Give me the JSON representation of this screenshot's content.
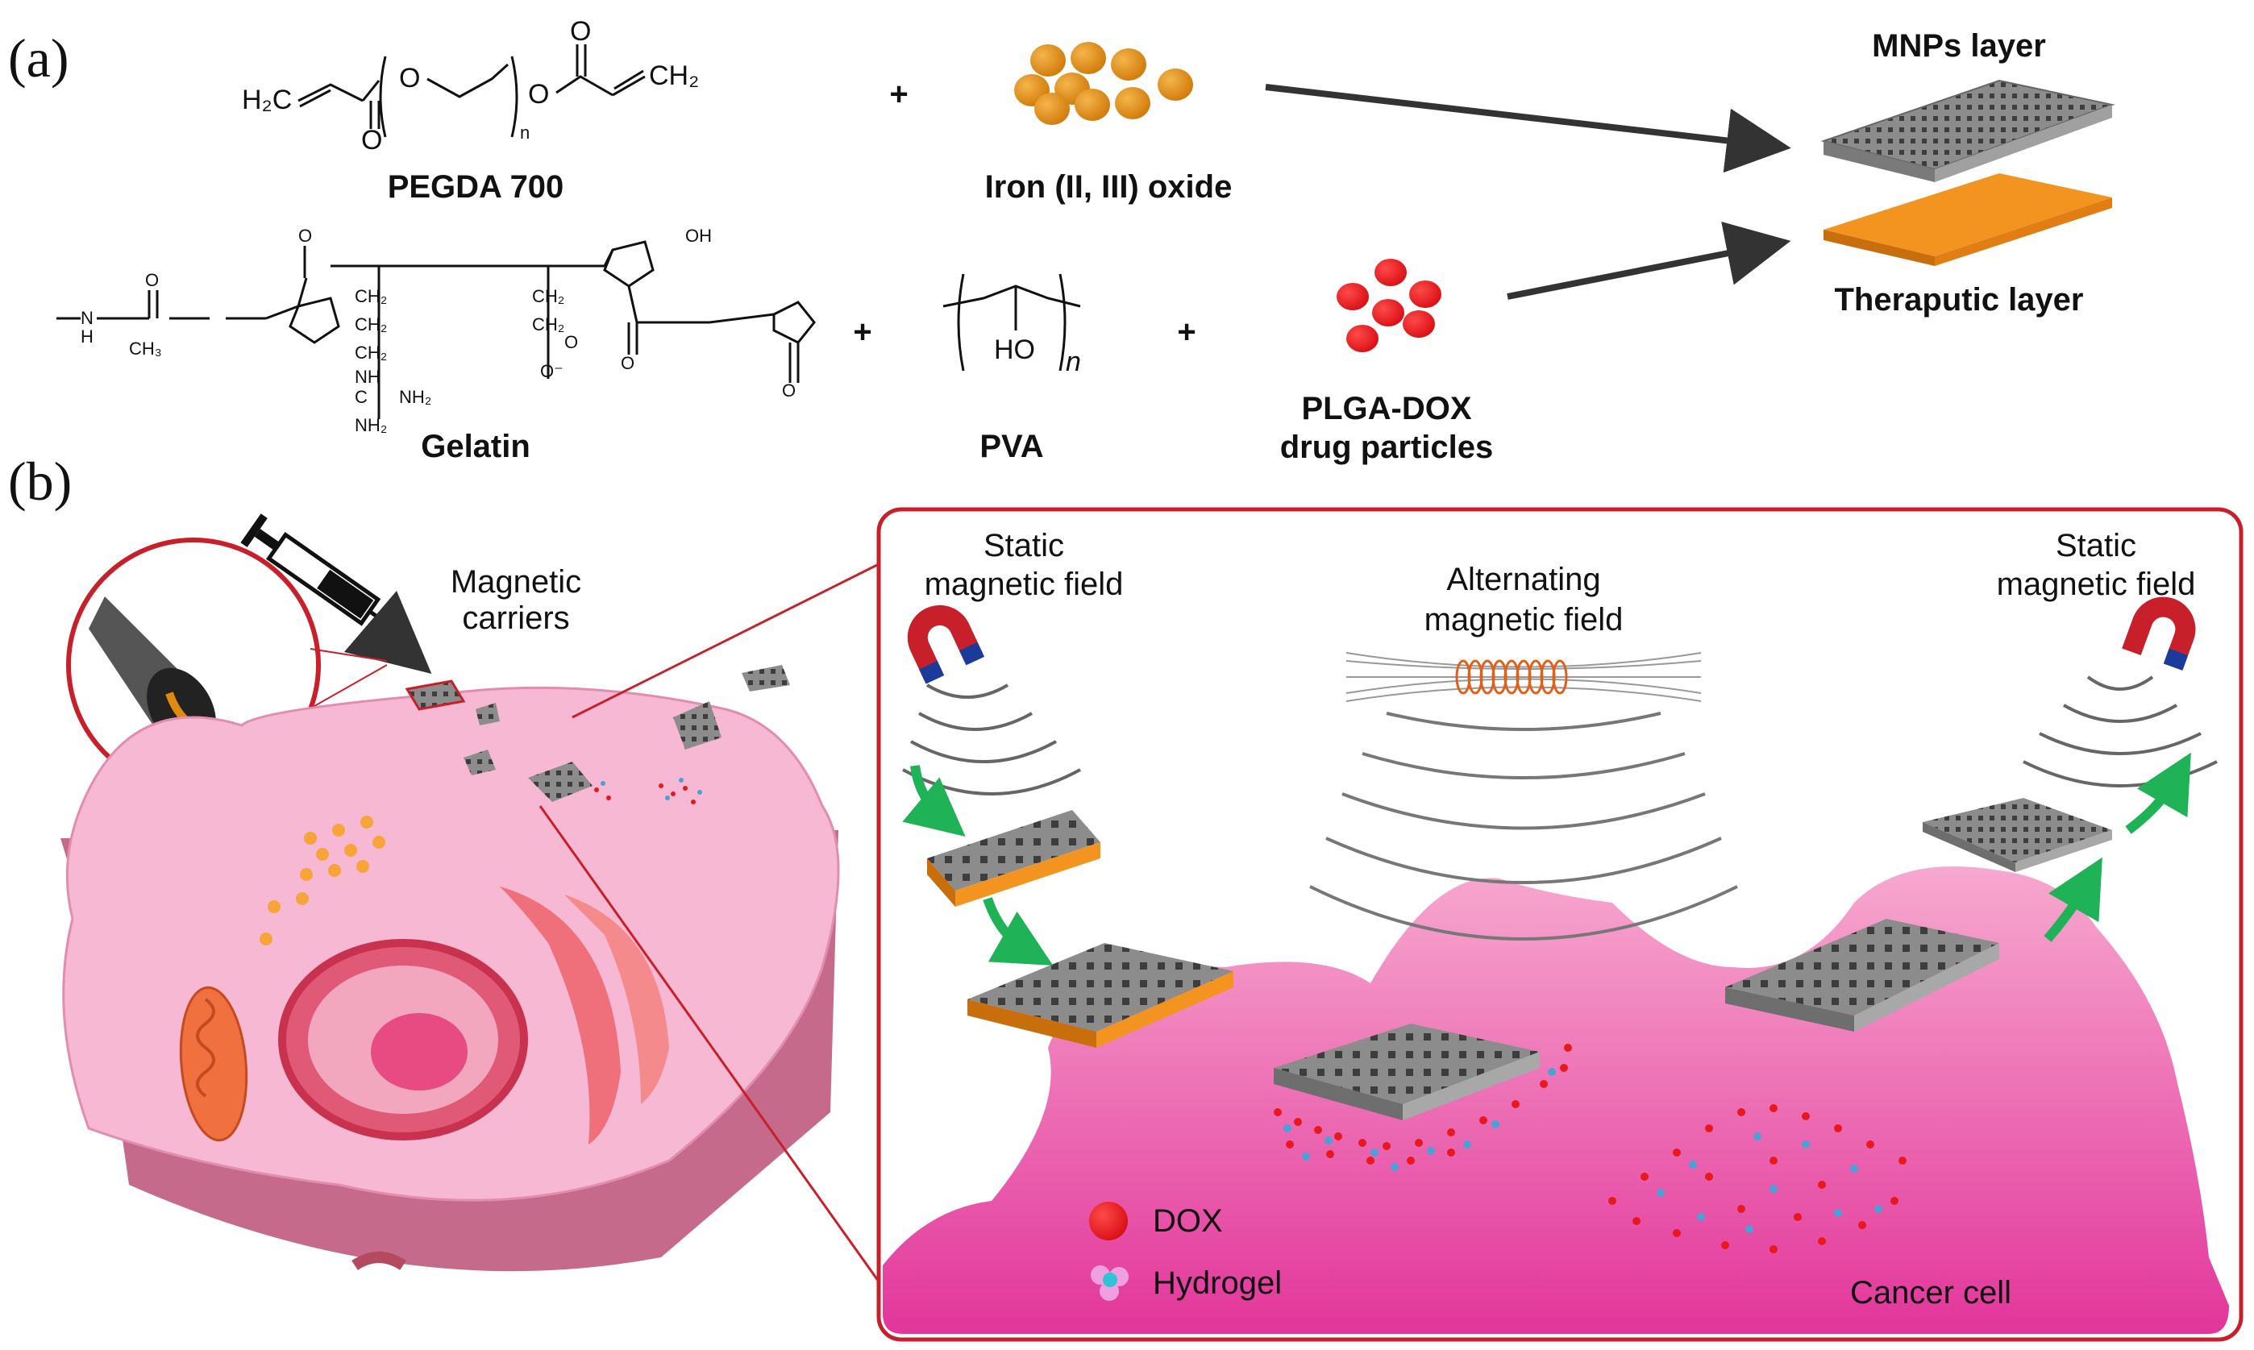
{
  "panel_a": {
    "letter": "(a)",
    "pegda_formula": {
      "left": "H₂C",
      "right": "CH₂",
      "o1": "O",
      "o2": "O",
      "carbonyl_o": "O",
      "n": "n"
    },
    "pegda_label": "PEGDA 700",
    "iron_label": "Iron (II, III) oxide",
    "gelatin_label": "Gelatin",
    "gelatin_groups": [
      "N",
      "H",
      "CH₃",
      "O",
      "OH",
      "CH₂",
      "NH",
      "C",
      "NH₂",
      "O⁻"
    ],
    "pva_formula": {
      "group": "HO",
      "n": "n"
    },
    "pva_label": "PVA",
    "plga_label_line1": "PLGA-DOX",
    "plga_label_line2": "drug particles",
    "mnps_label": "MNPs layer",
    "therapeutic_label": "Theraputic layer",
    "plus": "+"
  },
  "panel_b": {
    "letter": "(b)",
    "magnetic_carriers_line1": "Magnetic",
    "magnetic_carriers_line2": "carriers",
    "static_left_line1": "Static",
    "static_left_line2": "magnetic field",
    "alternating_line1": "Alternating",
    "alternating_line2": "magnetic field",
    "static_right_line1": "Static",
    "static_right_line2": "magnetic field",
    "legend_dox": "DOX",
    "legend_hydrogel": "Hydrogel",
    "cancer_cell_label": "Cancer cell"
  },
  "colors": {
    "nanoparticle_orange": "#e08a12",
    "dox_red": "#e8181e",
    "therapeutic_orange": "#f39320",
    "mnp_gray": "#8a8a8a",
    "cell_pink": "#f6b8d2",
    "cancer_magenta": "#e4409c",
    "frame_red": "#c8202a",
    "arrow_green": "#1fb256"
  },
  "icons": [
    "syringe-icon",
    "horseshoe-magnet-icon",
    "coil-icon"
  ]
}
